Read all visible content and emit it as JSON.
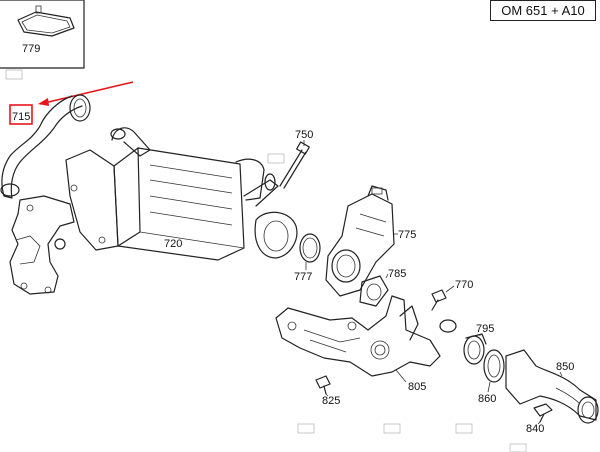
{
  "model_label": "OM 651 + A10",
  "callouts": {
    "c715": "715",
    "c779": "779",
    "c750": "750",
    "c720": "720",
    "c775": "775",
    "c777": "777",
    "c785": "785",
    "c770": "770",
    "c795": "795",
    "c850": "850",
    "c805": "805",
    "c860": "860",
    "c825": "825",
    "c840": "840"
  },
  "colors": {
    "highlight": "#e8161a",
    "line": "#222222"
  }
}
